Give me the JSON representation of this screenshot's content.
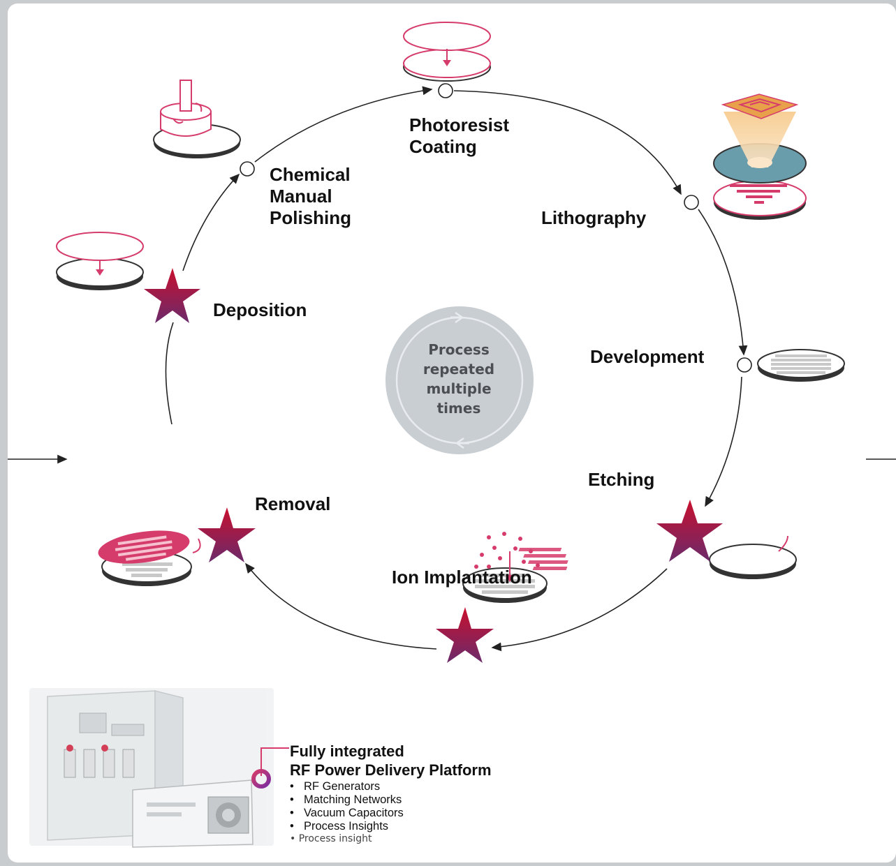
{
  "steps": {
    "photoresist": "Photoresist\nCoating",
    "lithography": "Lithography",
    "development": "Development",
    "etching": "Etching",
    "ion_implantation": "Ion Implantation",
    "removal": "Removal",
    "deposition": "Deposition",
    "polishing": "Chemical\nManual\nPolishing"
  },
  "center_label": "Process\nrepeated\nmultiple\ntimes",
  "platform": {
    "title": "Fully integrated\nRF Power Delivery Platform",
    "items": [
      "RF Generators",
      "Matching Networks",
      "Vacuum Capacitors",
      "Process Insights"
    ],
    "footer_item": "• Process insight"
  },
  "colors": {
    "accent": "#d63c6b",
    "star_top": "#c8102e",
    "star_bottom": "#6b2a6b",
    "center_disc": "#c9ced3"
  },
  "icons": [
    "wafer-coating-icon",
    "polishing-tool-icon",
    "lithography-projection-icon",
    "developed-wafer-icon",
    "etched-wafer-icon",
    "ion-implant-icon",
    "removal-wafer-icon",
    "deposition-wafer-icon",
    "star-marker-icon",
    "rf-equipment-image",
    "ring-marker-icon"
  ]
}
